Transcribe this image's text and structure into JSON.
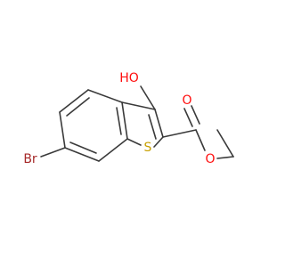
{
  "molecule": {
    "atoms": {
      "oh": {
        "text": "HO",
        "color": "#ff0d0d"
      },
      "o_carbonyl": {
        "text": "O",
        "color": "#ff0d0d"
      },
      "o_ester": {
        "text": "O",
        "color": "#ff0d0d"
      },
      "s": {
        "text": "S",
        "color": "#c8a000"
      },
      "br": {
        "text": "Br",
        "color": "#a62929"
      }
    },
    "colors": {
      "bond": "#3a3a3a",
      "background": "#ffffff"
    }
  }
}
